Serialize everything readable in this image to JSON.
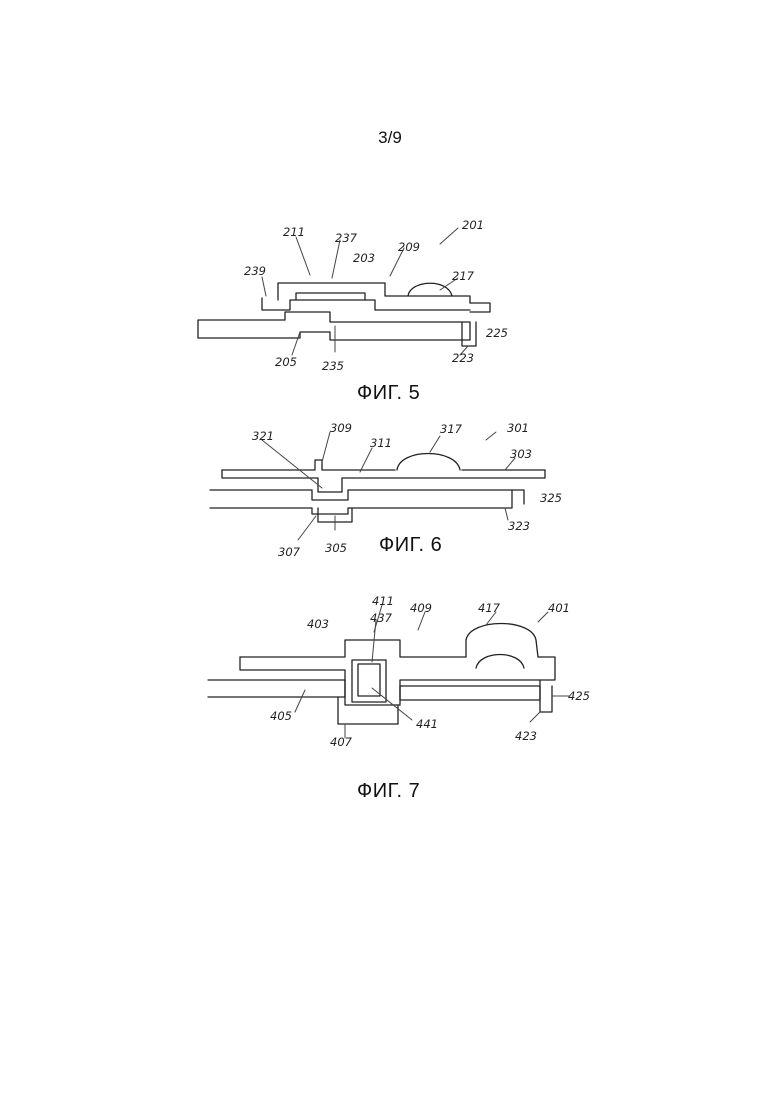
{
  "page": {
    "number": "3/9"
  },
  "figures": [
    {
      "caption": "ФИГ. 5",
      "refs": {
        "r201": "201",
        "r211": "211",
        "r237": "237",
        "r203": "203",
        "r209": "209",
        "r239": "239",
        "r217": "217",
        "r225": "225",
        "r205": "205",
        "r235": "235",
        "r223": "223"
      }
    },
    {
      "caption": "ФИГ. 6",
      "refs": {
        "r321": "321",
        "r309": "309",
        "r311": "311",
        "r317": "317",
        "r301": "301",
        "r303": "303",
        "r325": "325",
        "r323": "323",
        "r307": "307",
        "r305": "305"
      }
    },
    {
      "caption": "ФИГ. 7",
      "refs": {
        "r411": "411",
        "r409": "409",
        "r417": "417",
        "r401": "401",
        "r403": "403",
        "r437": "437",
        "r425": "425",
        "r405": "405",
        "r441": "441",
        "r407": "407",
        "r423": "423"
      }
    }
  ]
}
